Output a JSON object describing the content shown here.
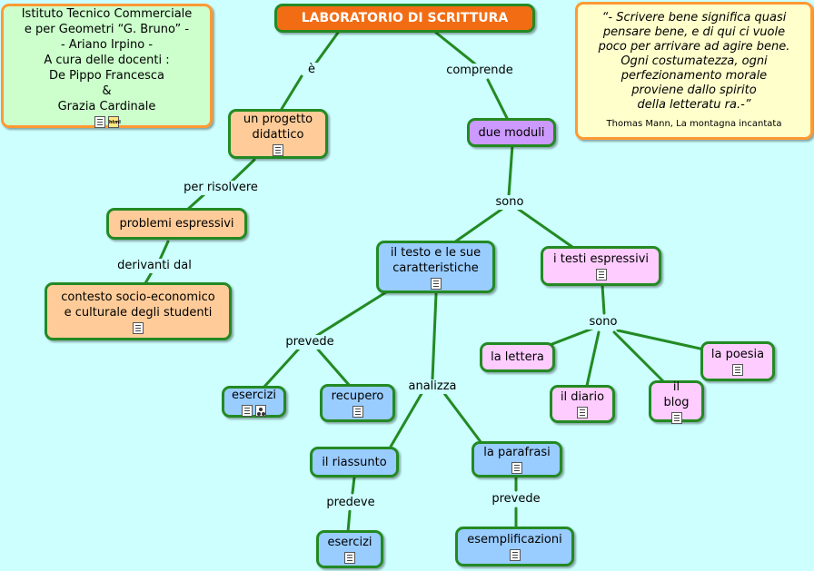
{
  "title": "LABORATORIO DI SCRITTURA",
  "credits": "Istituto Tecnico Commerciale\ne per  Geometri  “G. Bruno”  -\n-  Ariano Irpino -\nA cura delle docenti :\nDe Pippo Francesca\n&\nGrazia Cardinale",
  "quote": {
    "text": "“- Scrivere bene significa quasi\npensare bene, e di qui ci vuole\npoco per  arrivare ad agire bene.\nOgni costumatezza, ogni\nperfezionamento morale\nproviene dallo spirito\ndella letteratu ra.-”",
    "author": "Thomas Mann, La montagna incantata"
  },
  "nodes": {
    "progetto": "un progetto\ndidattico",
    "problemi": "problemi espressivi",
    "contesto": "contesto socio-economico\ne culturale degli studenti",
    "moduli": "due moduli",
    "testo": "il testo e le sue\ncaratteristiche",
    "espressivi": "i testi espressivi",
    "esercizi1": "esercizi",
    "recupero": "recupero",
    "riassunto": "il riassunto",
    "parafrasi": "la parafrasi",
    "esercizi2": "esercizi",
    "esemplificazioni": "esemplificazioni",
    "lettera": "la lettera",
    "poesia": "la poesia",
    "diario": "il diario",
    "blog": "il blog"
  },
  "links": {
    "e": "è",
    "comprende": "comprende",
    "per_risolvere": "per risolvere",
    "derivanti_dal": "derivanti dal",
    "sono1": "sono",
    "prevede1": "prevede",
    "analizza": "analizza",
    "sono2": "sono",
    "predeve": "predeve",
    "prevede2": "prevede"
  },
  "colors": {
    "background": "#ccfffe",
    "border": "#238a23",
    "title": "#f26c14",
    "orange": "#ffcc99",
    "blue": "#99ccff",
    "pink": "#ffccff",
    "purple": "#cc99ff"
  }
}
